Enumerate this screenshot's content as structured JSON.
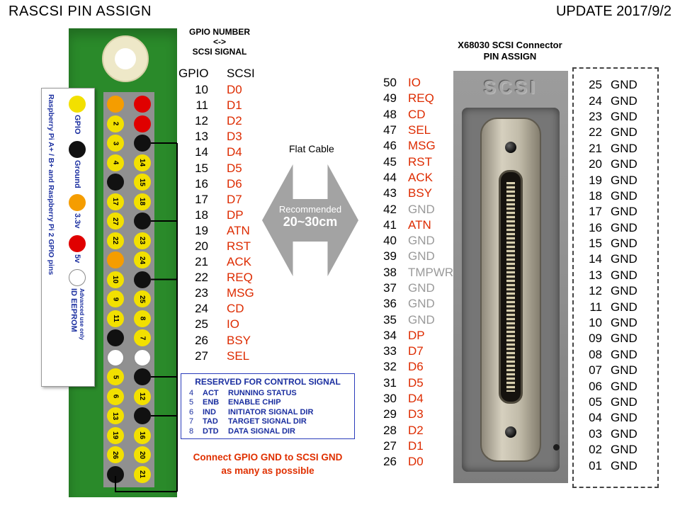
{
  "colors": {
    "signal-red": "#dd2b00",
    "gnd-gray": "#9a9a9a",
    "navy": "#1b2fa0",
    "board-green": "#2a8a2a",
    "pin-yellow": "#f2e000",
    "pin-orange": "#f59d00",
    "pin-red": "#e00000",
    "pin-black": "#111111",
    "pin-white": "#ffffff",
    "arrow-gray": "#a3a3a3",
    "note-red": "#e03000"
  },
  "header": {
    "title": "RASCSI PIN ASSIGN",
    "update": "UPDATE 2017/9/2"
  },
  "legend": {
    "board_label": "Raspberry Pi A+ / B+ and Raspberry Pi 2 GPIO pins",
    "items": [
      {
        "label": "GPIO",
        "type": "gpio"
      },
      {
        "label": "Ground",
        "type": "gnd"
      },
      {
        "label": "3.3v",
        "type": "3v3"
      },
      {
        "label": "5v",
        "type": "5v"
      },
      {
        "label": "ID EEPROM",
        "sublabel": "Advanced use only",
        "type": "id"
      }
    ]
  },
  "gpio_header": {
    "left": [
      {
        "type": "3v3",
        "label": ""
      },
      {
        "type": "gpio",
        "label": "2"
      },
      {
        "type": "gpio",
        "label": "3"
      },
      {
        "type": "gpio",
        "label": "4"
      },
      {
        "type": "gnd",
        "label": ""
      },
      {
        "type": "gpio",
        "label": "17"
      },
      {
        "type": "gpio",
        "label": "27"
      },
      {
        "type": "gpio",
        "label": "22"
      },
      {
        "type": "3v3",
        "label": ""
      },
      {
        "type": "gpio",
        "label": "10"
      },
      {
        "type": "gpio",
        "label": "9"
      },
      {
        "type": "gpio",
        "label": "11"
      },
      {
        "type": "gnd",
        "label": ""
      },
      {
        "type": "id",
        "label": ""
      },
      {
        "type": "gpio",
        "label": "5"
      },
      {
        "type": "gpio",
        "label": "6"
      },
      {
        "type": "gpio",
        "label": "13"
      },
      {
        "type": "gpio",
        "label": "19"
      },
      {
        "type": "gpio",
        "label": "26"
      },
      {
        "type": "gnd",
        "label": ""
      }
    ],
    "right": [
      {
        "type": "5v",
        "label": ""
      },
      {
        "type": "5v",
        "label": ""
      },
      {
        "type": "gnd",
        "label": ""
      },
      {
        "type": "gpio",
        "label": "14"
      },
      {
        "type": "gpio",
        "label": "15"
      },
      {
        "type": "gpio",
        "label": "18"
      },
      {
        "type": "gnd",
        "label": ""
      },
      {
        "type": "gpio",
        "label": "23"
      },
      {
        "type": "gpio",
        "label": "24"
      },
      {
        "type": "gnd",
        "label": ""
      },
      {
        "type": "gpio",
        "label": "25"
      },
      {
        "type": "gpio",
        "label": "8"
      },
      {
        "type": "gpio",
        "label": "7"
      },
      {
        "type": "id",
        "label": ""
      },
      {
        "type": "gnd",
        "label": ""
      },
      {
        "type": "gpio",
        "label": "12"
      },
      {
        "type": "gnd",
        "label": ""
      },
      {
        "type": "gpio",
        "label": "16"
      },
      {
        "type": "gpio",
        "label": "20"
      },
      {
        "type": "gpio",
        "label": "21"
      }
    ]
  },
  "mapping": {
    "heading": {
      "line1": "GPIO NUMBER",
      "line2": "<->",
      "line3": "SCSI SIGNAL"
    },
    "col_gpio": "GPIO",
    "col_scsi": "SCSI",
    "rows": [
      {
        "gpio": "10",
        "signal": "D0"
      },
      {
        "gpio": "11",
        "signal": "D1"
      },
      {
        "gpio": "12",
        "signal": "D2"
      },
      {
        "gpio": "13",
        "signal": "D3"
      },
      {
        "gpio": "14",
        "signal": "D4"
      },
      {
        "gpio": "15",
        "signal": "D5"
      },
      {
        "gpio": "16",
        "signal": "D6"
      },
      {
        "gpio": "17",
        "signal": "D7"
      },
      {
        "gpio": "18",
        "signal": "DP"
      },
      {
        "gpio": "19",
        "signal": "ATN"
      },
      {
        "gpio": "20",
        "signal": "RST"
      },
      {
        "gpio": "21",
        "signal": "ACK"
      },
      {
        "gpio": "22",
        "signal": "REQ"
      },
      {
        "gpio": "23",
        "signal": "MSG"
      },
      {
        "gpio": "24",
        "signal": "CD"
      },
      {
        "gpio": "25",
        "signal": "IO"
      },
      {
        "gpio": "26",
        "signal": "BSY"
      },
      {
        "gpio": "27",
        "signal": "SEL"
      }
    ]
  },
  "cable": {
    "label": "Flat Cable",
    "line1": "Recommended",
    "line2": "20~30cm"
  },
  "x68030": {
    "line1": "X68030 SCSI Connector",
    "line2": "PIN ASSIGN",
    "photo_label": "SCSI"
  },
  "scsi_pins": [
    {
      "pin": "50",
      "signal": "IO",
      "muted": false
    },
    {
      "pin": "49",
      "signal": "REQ",
      "muted": false
    },
    {
      "pin": "48",
      "signal": "CD",
      "muted": false
    },
    {
      "pin": "47",
      "signal": "SEL",
      "muted": false
    },
    {
      "pin": "46",
      "signal": "MSG",
      "muted": false
    },
    {
      "pin": "45",
      "signal": "RST",
      "muted": false
    },
    {
      "pin": "44",
      "signal": "ACK",
      "muted": false
    },
    {
      "pin": "43",
      "signal": "BSY",
      "muted": false
    },
    {
      "pin": "42",
      "signal": "GND",
      "muted": true
    },
    {
      "pin": "41",
      "signal": "ATN",
      "muted": false
    },
    {
      "pin": "40",
      "signal": "GND",
      "muted": true
    },
    {
      "pin": "39",
      "signal": "GND",
      "muted": true
    },
    {
      "pin": "38",
      "signal": "TMPWR",
      "muted": true
    },
    {
      "pin": "37",
      "signal": "GND",
      "muted": true
    },
    {
      "pin": "36",
      "signal": "GND",
      "muted": true
    },
    {
      "pin": "35",
      "signal": "GND",
      "muted": true
    },
    {
      "pin": "34",
      "signal": "DP",
      "muted": false
    },
    {
      "pin": "33",
      "signal": "D7",
      "muted": false
    },
    {
      "pin": "32",
      "signal": "D6",
      "muted": false
    },
    {
      "pin": "31",
      "signal": "D5",
      "muted": false
    },
    {
      "pin": "30",
      "signal": "D4",
      "muted": false
    },
    {
      "pin": "29",
      "signal": "D3",
      "muted": false
    },
    {
      "pin": "28",
      "signal": "D2",
      "muted": false
    },
    {
      "pin": "27",
      "signal": "D1",
      "muted": false
    },
    {
      "pin": "26",
      "signal": "D0",
      "muted": false
    }
  ],
  "gnd_pins": [
    {
      "pin": "25",
      "signal": "GND"
    },
    {
      "pin": "24",
      "signal": "GND"
    },
    {
      "pin": "23",
      "signal": "GND"
    },
    {
      "pin": "22",
      "signal": "GND"
    },
    {
      "pin": "21",
      "signal": "GND"
    },
    {
      "pin": "20",
      "signal": "GND"
    },
    {
      "pin": "19",
      "signal": "GND"
    },
    {
      "pin": "18",
      "signal": "GND"
    },
    {
      "pin": "17",
      "signal": "GND"
    },
    {
      "pin": "16",
      "signal": "GND"
    },
    {
      "pin": "15",
      "signal": "GND"
    },
    {
      "pin": "14",
      "signal": "GND"
    },
    {
      "pin": "13",
      "signal": "GND"
    },
    {
      "pin": "12",
      "signal": "GND"
    },
    {
      "pin": "11",
      "signal": "GND"
    },
    {
      "pin": "10",
      "signal": "GND"
    },
    {
      "pin": "09",
      "signal": "GND"
    },
    {
      "pin": "08",
      "signal": "GND"
    },
    {
      "pin": "07",
      "signal": "GND"
    },
    {
      "pin": "06",
      "signal": "GND"
    },
    {
      "pin": "05",
      "signal": "GND"
    },
    {
      "pin": "04",
      "signal": "GND"
    },
    {
      "pin": "03",
      "signal": "GND"
    },
    {
      "pin": "02",
      "signal": "GND"
    },
    {
      "pin": "01",
      "signal": "GND"
    }
  ],
  "reserved": {
    "title": "RESERVED FOR CONTROL SIGNAL",
    "rows": [
      {
        "gpio": "4",
        "code": "ACT",
        "desc": "RUNNING STATUS"
      },
      {
        "gpio": "5",
        "code": "ENB",
        "desc": "ENABLE CHIP"
      },
      {
        "gpio": "6",
        "code": "IND",
        "desc": "INITIATOR SIGNAL DIR"
      },
      {
        "gpio": "7",
        "code": "TAD",
        "desc": "TARGET SIGNAL DIR"
      },
      {
        "gpio": "8",
        "code": "DTD",
        "desc": "DATA SIGNAL DIR"
      }
    ]
  },
  "gnd_note": {
    "line1": "Connect GPIO GND to SCSI GND",
    "line2": "as many as possible"
  }
}
